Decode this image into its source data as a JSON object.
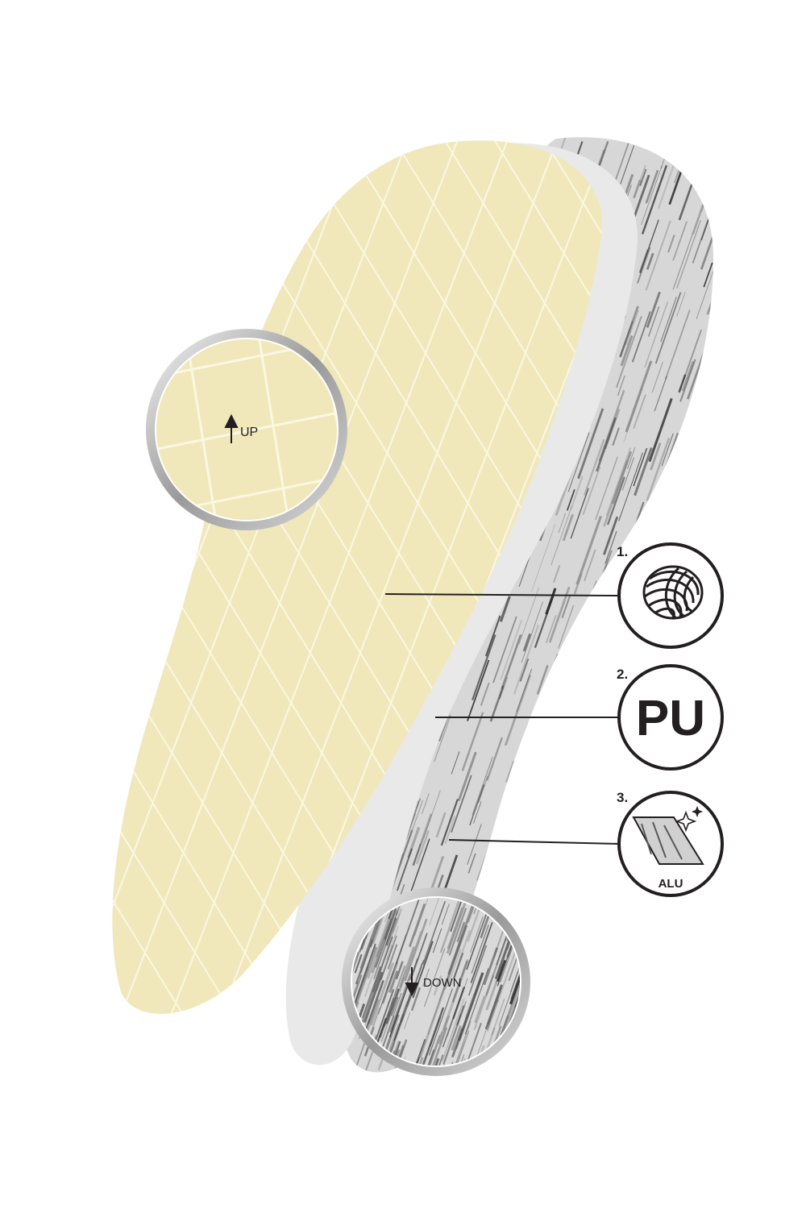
{
  "callouts": {
    "up": {
      "label": "UP"
    },
    "down": {
      "label": "DOWN"
    }
  },
  "layers": [
    {
      "number": "1.",
      "icon": "wool-icon",
      "label": ""
    },
    {
      "number": "2.",
      "icon": "pu-icon",
      "label": "PU"
    },
    {
      "number": "3.",
      "icon": "aluminium-foil-icon",
      "label": "ALU"
    }
  ],
  "colors": {
    "wool": "#f0e8bb",
    "grid": "#fbf7e2",
    "pu_layer": "#e9e9e9",
    "foil_base": "#d7d7d7",
    "foil_streak": "#4a4a4a",
    "ink": "#231f20"
  }
}
